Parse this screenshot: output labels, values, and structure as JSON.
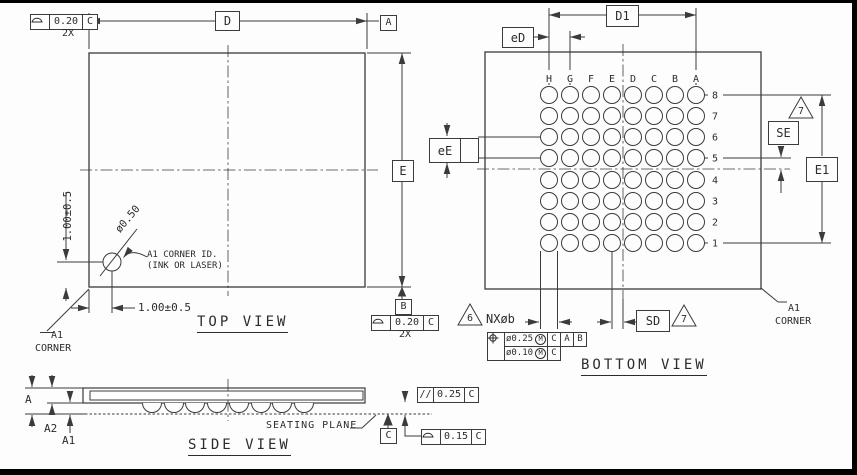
{
  "top_view": {
    "title": "TOP VIEW",
    "dim_d": "D",
    "datum_a": "A",
    "datum_b": "B",
    "dim_e": "E",
    "fcf_top": {
      "tolerance": "0.20",
      "datum": "C",
      "count_note": "2X"
    },
    "fcf_bottom": {
      "tolerance": "0.20",
      "datum": "C",
      "count_note": "2X"
    },
    "corner_offset_vertical": "1.00±0.5",
    "corner_offset_horizontal": "1.00±0.5",
    "corner_id_diameter": "ø0.50",
    "corner_id_note_line1": "A1 CORNER ID.",
    "corner_id_note_line2": "(INK OR LASER)",
    "corner_label_line1": "A1",
    "corner_label_line2": "CORNER"
  },
  "bottom_view": {
    "title": "BOTTOM VIEW",
    "dim_d1": "D1",
    "dim_ed": "eD",
    "dim_ee": "eE",
    "dim_se": "SE",
    "dim_e1": "E1",
    "dim_sd": "SD",
    "flag_top": "7",
    "flag_ball": "6",
    "flag_sd": "7",
    "ball_callout": "NXøb",
    "columns": [
      "H",
      "G",
      "F",
      "E",
      "D",
      "C",
      "B",
      "A"
    ],
    "rows": [
      "8",
      "7",
      "6",
      "5",
      "4",
      "3",
      "2",
      "1"
    ],
    "fcf": {
      "tol1": "ø0.25",
      "mod1": "M",
      "datums1": [
        "C",
        "A",
        "B"
      ],
      "tol2": "ø0.10",
      "mod2": "M",
      "datum2": "C"
    },
    "corner_label_line1": "A1",
    "corner_label_line2": "CORNER"
  },
  "side_view": {
    "title": "SIDE VIEW",
    "dim_a": "A",
    "dim_a2": "A2",
    "dim_a1": "A1",
    "seating_plane_label": "SEATING PLANE",
    "datum_c": "C",
    "fcf_parallelism": {
      "symbol": "//",
      "tolerance": "0.25",
      "datum": "C"
    },
    "fcf_profile": {
      "tolerance": "0.15",
      "datum": "C"
    }
  }
}
